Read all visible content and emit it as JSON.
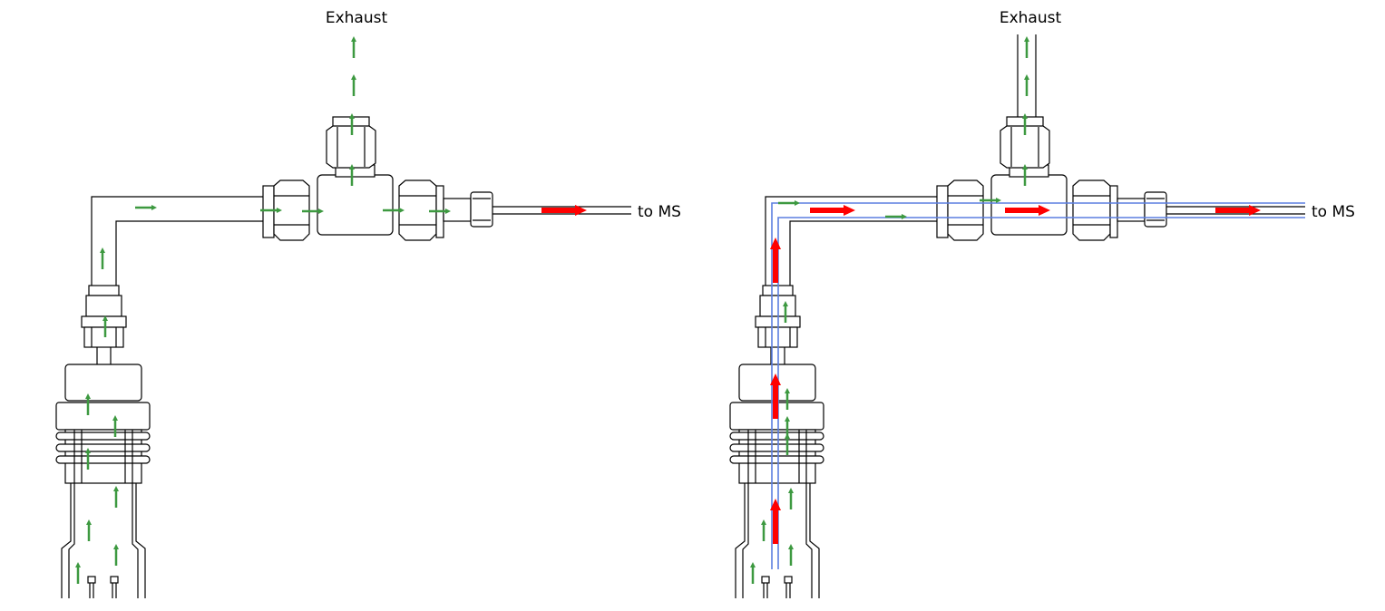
{
  "left_panel": {
    "exhaust_label": "Exhaust",
    "outlet_label": "to MS"
  },
  "right_panel": {
    "exhaust_label": "Exhaust",
    "outlet_label": "to MS"
  },
  "colors": {
    "gas_flow_arrow": "#3d9940",
    "sample_flow_arrow": "#ff0000",
    "capillary": "#5b7fe0",
    "outline": "#000000"
  }
}
